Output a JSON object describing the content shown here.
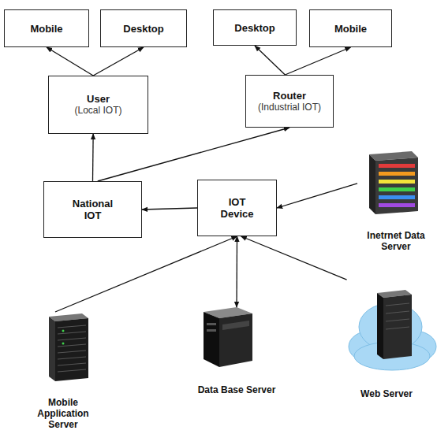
{
  "diagram": {
    "nodes": [
      {
        "text": [
          "Mobile"
        ]
      },
      {
        "text": [
          "Desktop"
        ]
      },
      {
        "text": [
          "Desktop"
        ]
      },
      {
        "text": [
          "Mobile"
        ]
      },
      {
        "text": [
          "User",
          "(Local IOT)"
        ]
      },
      {
        "text": [
          "Router",
          "(Industrial IOT)"
        ]
      },
      {
        "text": [
          "National IOT"
        ]
      },
      {
        "text": [
          "IOT Device"
        ]
      },
      {
        "text": [
          "Inetrnet Data Server"
        ]
      },
      {
        "text": [
          "Mobile Application Server"
        ]
      },
      {
        "text": [
          "Data Base Server"
        ]
      },
      {
        "text": [
          "Web Server"
        ]
      }
    ],
    "edges": [
      {
        "from": 4,
        "to": 0,
        "arrow": "to"
      },
      {
        "from": 4,
        "to": 1,
        "arrow": "to"
      },
      {
        "from": 5,
        "to": 2,
        "arrow": "to"
      },
      {
        "from": 5,
        "to": 3,
        "arrow": "to"
      },
      {
        "from": 6,
        "to": 4,
        "arrow": "to"
      },
      {
        "from": 6,
        "to": 5,
        "arrow": "to"
      },
      {
        "from": 7,
        "to": 6,
        "arrow": "to"
      },
      {
        "from": 8,
        "to": 7,
        "arrow": "to"
      },
      {
        "from": 9,
        "to": 7,
        "arrow": "to"
      },
      {
        "from": 7,
        "to": 10,
        "arrow": "both"
      },
      {
        "from": 11,
        "to": 7,
        "arrow": "to"
      }
    ]
  }
}
